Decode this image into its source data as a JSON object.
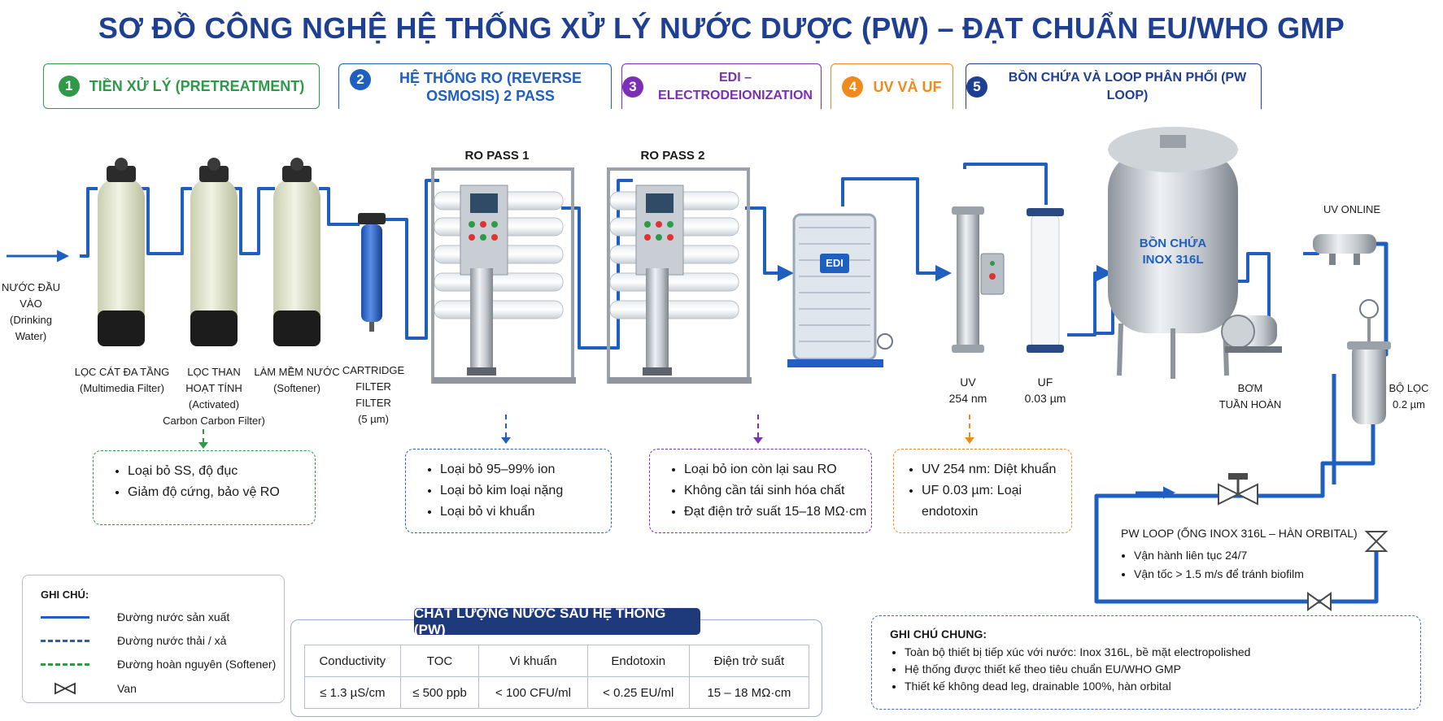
{
  "title": "SƠ ĐỒ CÔNG NGHỆ HỆ THỐNG XỬ LÝ NƯỚC DƯỢC (PW) – ĐẠT CHUẨN EU/WHO GMP",
  "stages": [
    {
      "num": "1",
      "label": "TIỀN XỬ LÝ (PRETREATMENT)",
      "color": "#2e9a48"
    },
    {
      "num": "2",
      "label": "HỆ THỐNG RO (REVERSE OSMOSIS) 2 PASS",
      "color": "#1f5fbf"
    },
    {
      "num": "3",
      "label": "EDI – ELECTRODEIONIZATION",
      "color": "#7a2fb5"
    },
    {
      "num": "4",
      "label": "UV VÀ UF",
      "color": "#f08a1c"
    },
    {
      "num": "5",
      "label": "BỒN CHỨA VÀ LOOP PHÂN PHỐI (PW LOOP)",
      "color": "#1f3f93"
    }
  ],
  "inlet": {
    "line1": "NƯỚC ĐẦU VÀO",
    "line2": "(Drinking Water)"
  },
  "equipment": {
    "multimedia": {
      "line1": "LỌC CÁT ĐA TẦNG",
      "line2": "(Multimedia Filter)"
    },
    "carbon": {
      "line1": "LỌC THAN",
      "line2": "HOẠT TÍNH",
      "line3": "(Activated)",
      "line4": "Carbon Carbon Filter)"
    },
    "softener": {
      "line1": "LÀM MỀM NƯỚC",
      "line2": "(Softener)"
    },
    "cartridge": {
      "line1": "CARTRIDGE FILTER",
      "line2": "FILTER",
      "line3": "(5 µm)"
    },
    "ro1": "RO PASS 1",
    "ro2": "RO PASS 2",
    "edi_label": "EDI",
    "uv": {
      "line1": "UV",
      "line2": "254 nm"
    },
    "uf": {
      "line1": "UF",
      "line2": "0.03 µm"
    },
    "tank": {
      "line1": "BỒN CHỨA",
      "line2": "INOX 316L"
    },
    "pump": {
      "line1": "BƠM",
      "line2": "TUẦN HOÀN"
    },
    "uv_online": "UV ONLINE",
    "filter": {
      "line1": "BỘ LỌC",
      "line2": "0.2 µm"
    }
  },
  "notes": {
    "pretreatment": [
      "Loại bỏ SS, độ đục",
      "Giảm độ cứng, bảo vệ RO"
    ],
    "ro": [
      "Loại bỏ 95–99% ion",
      "Loại bỏ kim loại nặng",
      "Loại bỏ vi khuẩn"
    ],
    "edi": [
      "Loại bỏ ion còn lại sau RO",
      "Không cần tái sinh hóa chất",
      "Đạt điện trở suất 15–18 MΩ·cm"
    ],
    "uvuf": [
      "UV 254 nm: Diệt khuẩn",
      "UF 0.03 µm: Loại endotoxin"
    ]
  },
  "loop": {
    "title": "PW LOOP (ỐNG INOX 316L – HÀN ORBITAL)",
    "items": [
      "Vận hành liên tục 24/7",
      "Vận tốc > 1.5 m/s để tránh biofilm"
    ]
  },
  "legend": {
    "title": "GHI CHÚ:",
    "items": [
      {
        "label": "Đường nước sản xuất",
        "color": "#1f5fbf",
        "style": "solid"
      },
      {
        "label": "Đường nước thải / xả",
        "color": "#1f5fbf",
        "style": "dashed"
      },
      {
        "label": "Đường hoàn nguyên (Softener)",
        "color": "#2e9a48",
        "style": "dashed"
      },
      {
        "label": "Van",
        "style": "valve-icon"
      }
    ]
  },
  "quality": {
    "title": "CHẤT LƯỢNG NƯỚC SAU HỆ THỐNG (PW)",
    "headers": [
      "Conductivity",
      "TOC",
      "Vi khuẩn",
      "Endotoxin",
      "Điện trở suất"
    ],
    "values": [
      "≤ 1.3 µS/cm",
      "≤ 500 ppb",
      "< 100 CFU/ml",
      "< 0.25 EU/ml",
      "15 – 18 MΩ·cm"
    ]
  },
  "general_notes": {
    "title": "GHI CHÚ CHUNG:",
    "items": [
      "Toàn bộ thiết bị tiếp xúc với nước: Inox 316L, bề mặt electropolished",
      "Hệ thống được thiết kế theo tiêu chuẩn EU/WHO GMP",
      "Thiết kế không dead leg, drainable 100%, hàn orbital"
    ]
  }
}
